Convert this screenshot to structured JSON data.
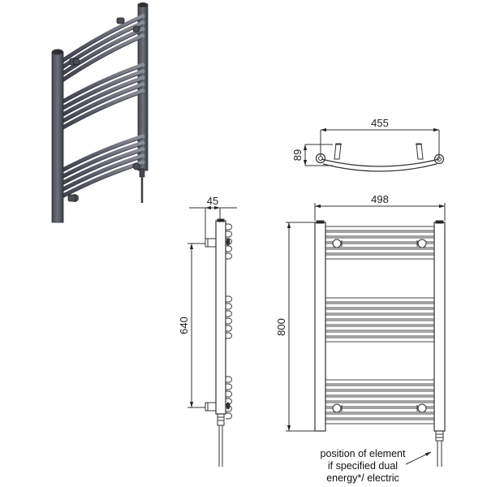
{
  "diagram": {
    "type": "technical-drawing",
    "subject": "curved heated towel rail",
    "views": {
      "render_3d": {
        "label": "",
        "color": "#5b5f6b"
      },
      "top_view": {
        "width_label": "455",
        "depth_label": "89"
      },
      "side_view": {
        "depth_label": "45",
        "pipe_centres_label": "640"
      },
      "front_view": {
        "width_label": "498",
        "height_label": "800"
      }
    },
    "note": {
      "line1": "position of element",
      "line2": "if specified dual",
      "line3": "energy*/ electric"
    },
    "colors": {
      "line": "#333333",
      "dimension": "#444444",
      "rail_fill": "#5b5f6b",
      "background": "#ffffff"
    }
  }
}
